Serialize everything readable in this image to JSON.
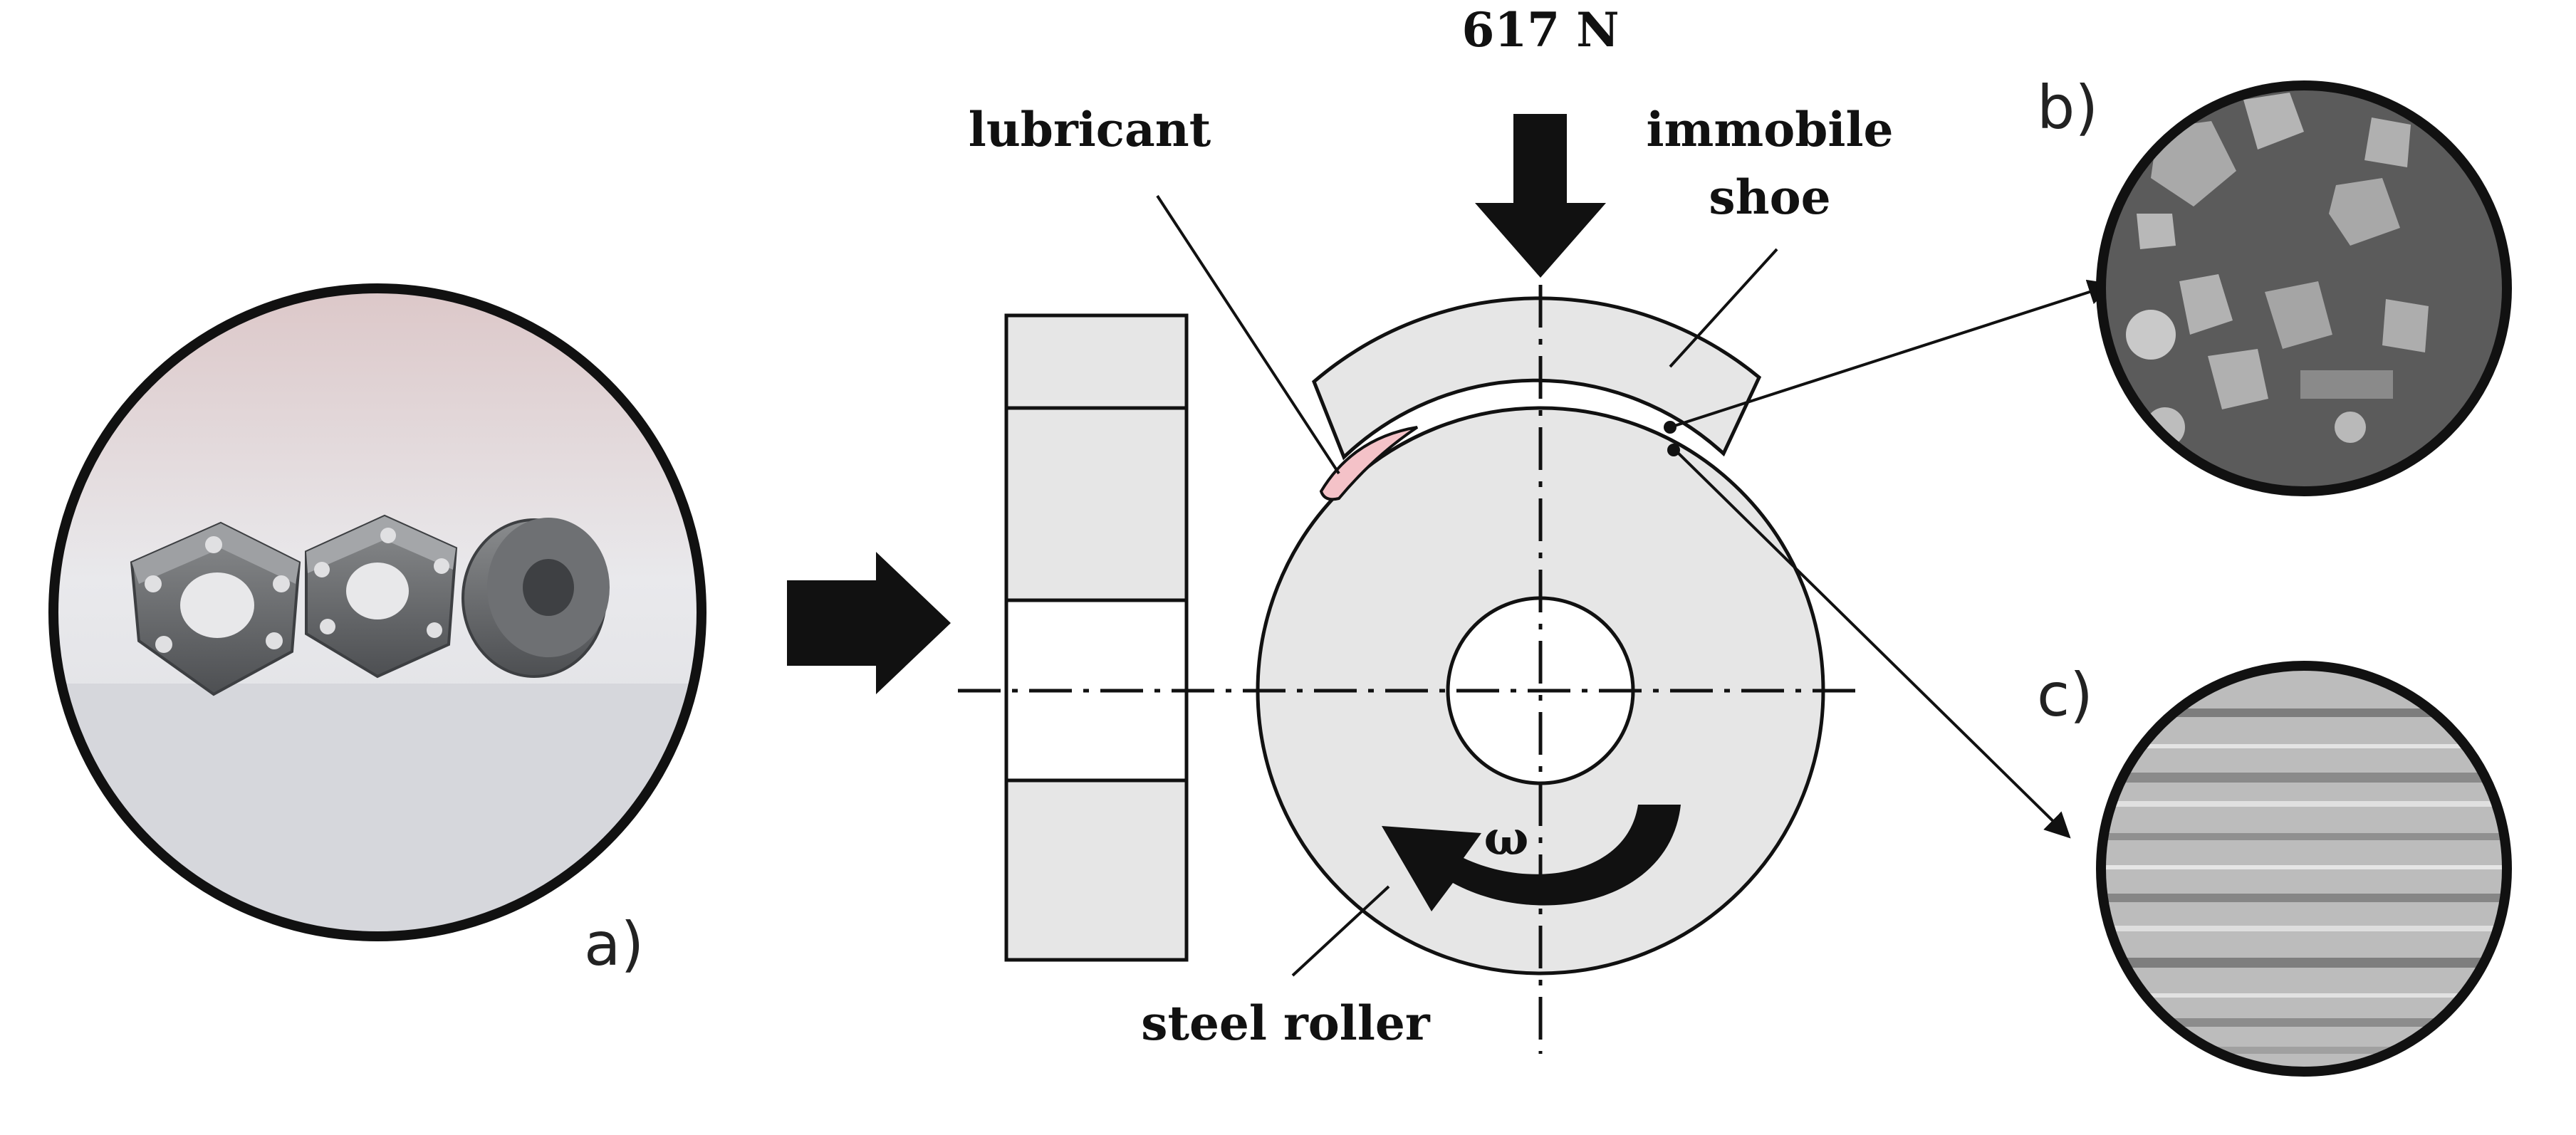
{
  "labels": {
    "load": "617 N",
    "lubricant": "lubricant",
    "shoe_line1": "immobile",
    "shoe_line2": "shoe",
    "roller": "steel roller",
    "omega": "ω"
  },
  "panels": {
    "a": "a)",
    "b": "b)",
    "c": "c)"
  },
  "colors": {
    "part_fill": "#e6e6e6",
    "lubricant": "#f4c2c8",
    "outline": "#111111"
  }
}
